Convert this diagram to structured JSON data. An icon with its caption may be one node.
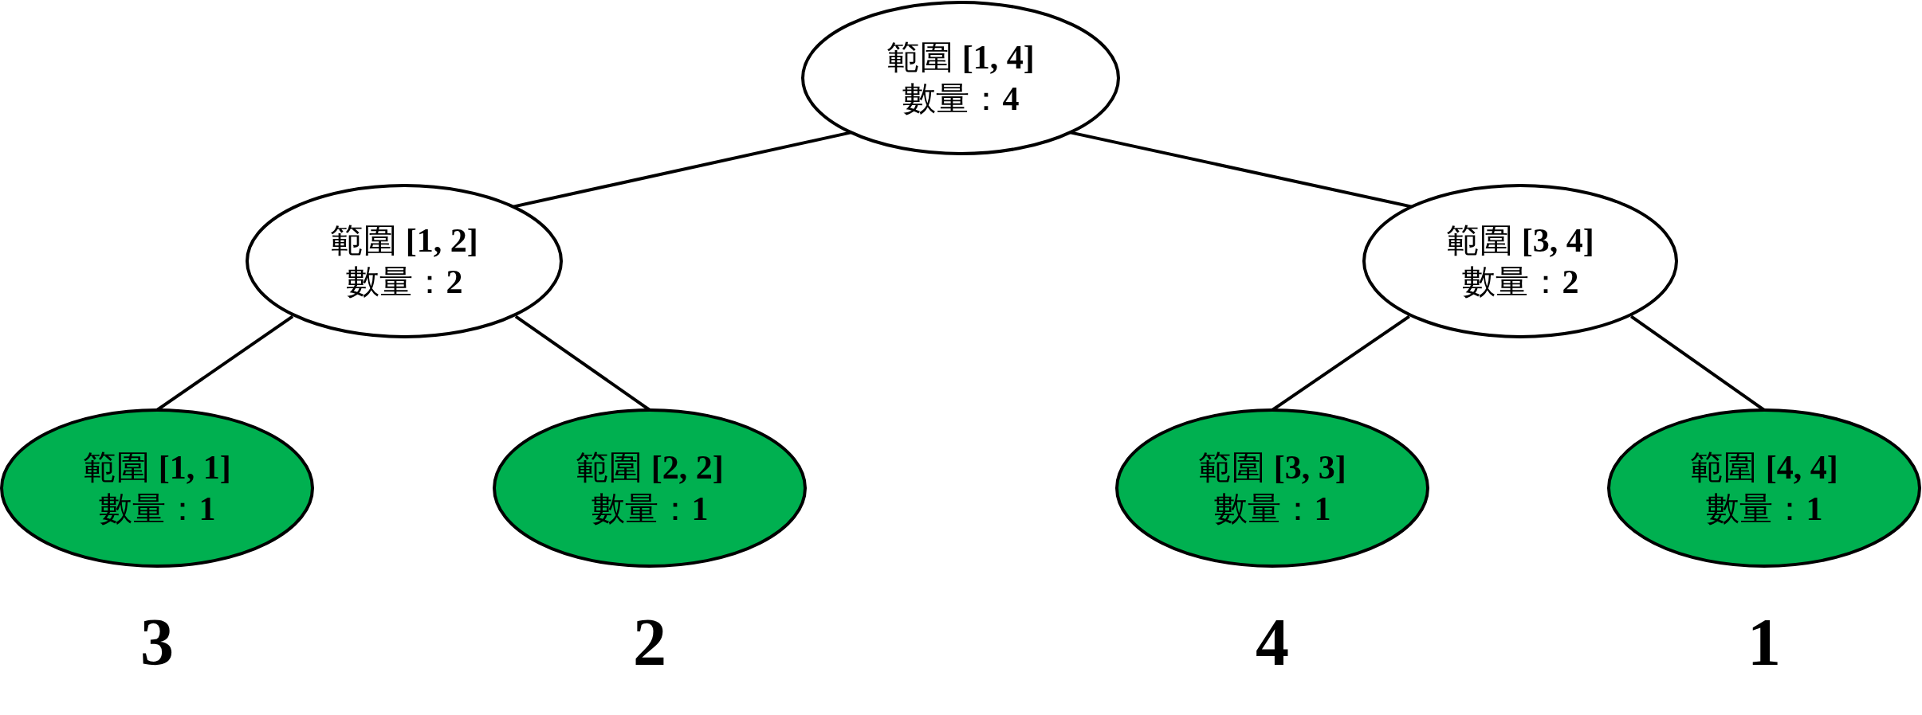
{
  "diagram": {
    "nodes": [
      {
        "text": [
          "範圍 **[1, 4]**",
          "數量：**4**"
        ]
      },
      {
        "text": [
          "範圍 **[1, 2]**",
          "數量：**2**"
        ]
      },
      {
        "text": [
          "範圍 **[3, 4]**",
          "數量：**2**"
        ]
      },
      {
        "text": [
          "範圍 **[1, 1]**",
          "數量：**1**"
        ],
        "beside": [
          "3"
        ]
      },
      {
        "text": [
          "範圍 **[2, 2]**",
          "數量：**1**"
        ],
        "beside": [
          "2"
        ]
      },
      {
        "text": [
          "範圍 **[3, 3]**",
          "數量：**1**"
        ],
        "beside": [
          "4"
        ]
      },
      {
        "text": [
          "範圍 **[4, 4]**",
          "數量：**1**"
        ],
        "beside": [
          "1"
        ]
      }
    ],
    "edges": [
      {
        "from": 0,
        "to": 1,
        "arrow": "none"
      },
      {
        "from": 0,
        "to": 2,
        "arrow": "none"
      },
      {
        "from": 1,
        "to": 3,
        "arrow": "none"
      },
      {
        "from": 1,
        "to": 4,
        "arrow": "none"
      },
      {
        "from": 2,
        "to": 5,
        "arrow": "none"
      },
      {
        "from": 2,
        "to": 6,
        "arrow": "none"
      }
    ]
  }
}
